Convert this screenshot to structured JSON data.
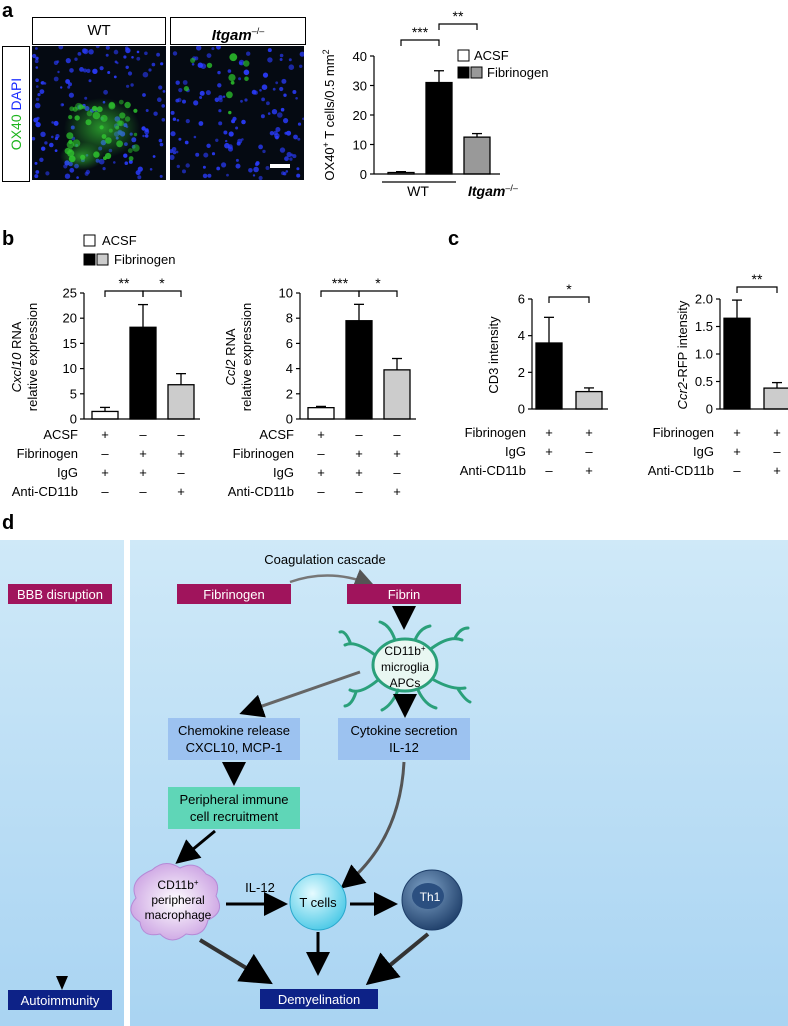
{
  "panels": {
    "a": "a",
    "b": "b",
    "c": "c",
    "d": "d"
  },
  "micro": {
    "stain_label_green": "OX40",
    "stain_label_blue": "DAPI",
    "wt_label": "WT",
    "ko_label": "Itgam",
    "ko_sup": "–/–",
    "green_color": "#2cc22c",
    "blue_color": "#2a3cff"
  },
  "chart_data": [
    {
      "id": "a",
      "type": "bar",
      "ylabel": "OX40+ T cells/0.5 mm2",
      "ylim": [
        0,
        40
      ],
      "yticks": [
        "0",
        "10",
        "20",
        "30",
        "40"
      ],
      "groups": [
        "WT",
        "Itgam–/–"
      ],
      "legend": [
        "ACSF",
        "Fibrinogen"
      ],
      "bars": [
        {
          "group": "WT",
          "series": "ACSF",
          "value": 0.5,
          "err": 0.3,
          "fill": "#ffffff"
        },
        {
          "group": "WT",
          "series": "Fibrinogen",
          "value": 31,
          "err": 4,
          "fill": "#000000"
        },
        {
          "group": "Itgam–/–",
          "series": "Fibrinogen",
          "value": 12.5,
          "err": 1.2,
          "fill": "#999999"
        }
      ],
      "significance": [
        "***",
        "**"
      ]
    },
    {
      "id": "b1",
      "type": "bar",
      "ylabel_line1": "Cxcl10 RNA",
      "ylabel_line2": "relative expression",
      "ylim": [
        0,
        25
      ],
      "yticks": [
        "0",
        "5",
        "10",
        "15",
        "20",
        "25"
      ],
      "legend": [
        "ACSF",
        "Fibrinogen"
      ],
      "values": [
        1.5,
        18.2,
        6.8
      ],
      "errors": [
        0.8,
        4.5,
        2.2
      ],
      "significance": [
        "**",
        "*"
      ]
    },
    {
      "id": "b2",
      "type": "bar",
      "ylabel_line1": "Ccl2 RNA",
      "ylabel_line2": "relative expression",
      "ylim": [
        0,
        10
      ],
      "yticks": [
        "0",
        "2",
        "4",
        "6",
        "8",
        "10"
      ],
      "values": [
        0.9,
        7.8,
        3.9
      ],
      "errors": [
        0.1,
        1.3,
        0.9
      ],
      "significance": [
        "***",
        "*"
      ]
    },
    {
      "id": "c1",
      "type": "bar",
      "ylabel": "CD3 intensity",
      "ylim": [
        0,
        6
      ],
      "yticks": [
        "0",
        "2",
        "4",
        "6"
      ],
      "values": [
        3.6,
        0.95
      ],
      "errors": [
        1.4,
        0.2
      ],
      "significance": [
        "*"
      ]
    },
    {
      "id": "c2",
      "type": "bar",
      "ylabel": "Ccr2-RFP intensity",
      "ylim": [
        0,
        2.0
      ],
      "yticks": [
        "0",
        "0.5",
        "1.0",
        "1.5",
        "2.0"
      ],
      "values": [
        1.65,
        0.38
      ],
      "errors": [
        0.33,
        0.1
      ],
      "significance": [
        "**"
      ]
    }
  ],
  "conditions_b": {
    "rows": [
      "ACSF",
      "Fibrinogen",
      "IgG",
      "Anti-CD11b"
    ],
    "marks": [
      [
        "+",
        "–",
        "–"
      ],
      [
        "–",
        "+",
        "+"
      ],
      [
        "+",
        "+",
        "–"
      ],
      [
        "–",
        "–",
        "+"
      ]
    ]
  },
  "conditions_c": {
    "rows": [
      "Fibrinogen",
      "IgG",
      "Anti-CD11b"
    ],
    "marks": [
      [
        "+",
        "+"
      ],
      [
        "+",
        "–"
      ],
      [
        "–",
        "+"
      ]
    ]
  },
  "diagram": {
    "bbb": "BBB disruption",
    "autoimmunity": "Autoimmunity",
    "coag": "Coagulation cascade",
    "fibrinogen": "Fibrinogen",
    "fibrin": "Fibrin",
    "microglia": [
      "CD11b+",
      "microglia",
      "APCs"
    ],
    "chemo": [
      "Chemokine release",
      "CXCL10, MCP-1"
    ],
    "cyto": [
      "Cytokine secretion",
      "IL-12"
    ],
    "periph": [
      "Peripheral immune",
      "cell recruitment"
    ],
    "macro": [
      "CD11b+",
      "peripheral",
      "macrophage"
    ],
    "il12": "IL-12",
    "tcells": "T cells",
    "th1": "Th1",
    "demyel": "Demyelination",
    "colors": {
      "magenta": "#a0145c",
      "navy": "#0d2287",
      "blue_box": "#9cc2f0",
      "teal_box": "#5fd6b7",
      "bg": "#c9e6f7"
    }
  }
}
